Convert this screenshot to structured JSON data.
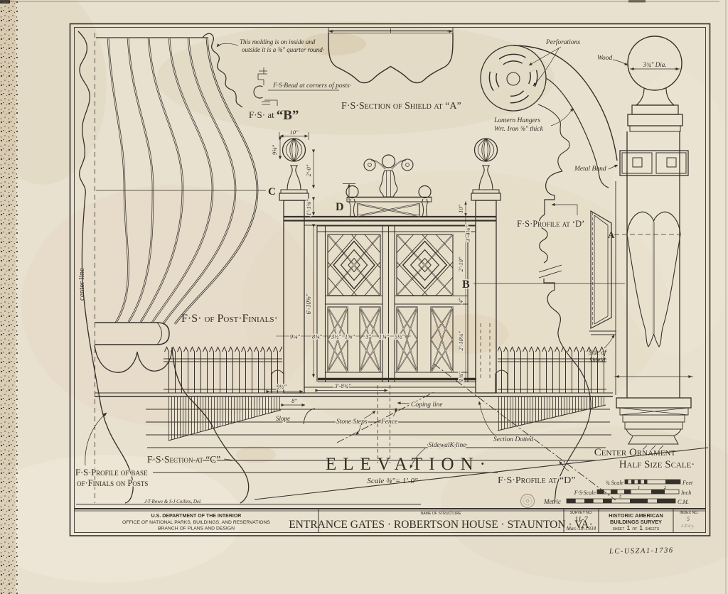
{
  "labels": {
    "molding_note1": "This molding is on inside and",
    "molding_note2": "outside it is a ⅜\" quarter round·",
    "bead_note": "F·S·Bead at corners of posts·",
    "fs_at_b_prefix": "F·S· at",
    "fs_at_b_letter": "“B”",
    "shield_section": "F·S·Section of Shield at “A”",
    "perforations": "Perforations",
    "wood": "Wood",
    "ball_dia": "3¾\" Dia.",
    "lantern1": "Lantern Hangers",
    "lantern2": "Wrt. Iron ⅝\" thick",
    "metal_band": "Metal Band",
    "profile_d_mid": "F·S·Profile at ‘D’",
    "center_line": "center line",
    "post_finials": "F·S· of Post·Finials·",
    "c": "C",
    "d": "D",
    "b": "B",
    "a": "A",
    "side_shield1": "Side of",
    "side_shield2": "Shield",
    "slope": "Slope",
    "stone_steps": "Stone Steps",
    "fence": "Fence",
    "coping": "Coping line",
    "section_dotted": "Section Dotted",
    "sidewalk": "·SidewalK·line·",
    "elevation": "ELEVATION·",
    "elevation_scale": "Scale ¾\"= 1'-0\"",
    "section_c": "F·S·Section at “C”",
    "profile_base1": "F·S·Profile of base",
    "profile_base2": "of·Finials on Posts",
    "signature": "J·T·Rowe & S·J·Collins, Del.",
    "profile_d_bottom": "F·S·Profile at “D”",
    "center_ornament1": "Center Ornament",
    "center_ornament2": "Half Size Scale·"
  },
  "dims": {
    "post_cap": "10\"",
    "ball_h": "9⅝\"",
    "finial_h": "2'-0\"",
    "cresting_l": "1'-1⅛\"",
    "cresting_r": "10\"",
    "top_rail": "3'-4⅛\"",
    "upper_panel": "2'-10\"",
    "mid_rail": "4\"",
    "lower_panel": "2'-10¼\"",
    "bottom_rail": "1¾\"",
    "gate_h": "6'-10⅝\"",
    "chain": [
      "9¼\"",
      "8¾\"",
      "3½\"",
      "1⅝\"",
      "3\"",
      "1¾\"",
      "5½\""
    ],
    "post_w": "9½\"",
    "coping_o": "8\"",
    "leaf_w": "3'-8¾\""
  },
  "scale": {
    "s34": "¾ Scale",
    "feet": "Feet",
    "fs": "F·S·Scale",
    "inch": "Inch",
    "metric": "Metric",
    "cm": "C.M.",
    "n1": "1",
    "n2": "2",
    "n5": "5"
  },
  "titleblock": {
    "dept1": "U.S. DEPARTMENT OF THE INTERIOR",
    "dept2": "OFFICE OF NATIONAL PARKS, BUILDINGS, AND RESERVATIONS",
    "dept3": "BRANCH OF PLANS AND DESIGN",
    "name_of_structure": "NAME OF STRUCTURE",
    "title": "ENTRANCE GATES · ROBERTSON HOUSE · STAUNTON · VA·",
    "survey_label": "SURVEY NO.",
    "survey_no": "11-7",
    "survey_date": "Mar.-18-1934",
    "habs1": "HISTORIC AMERICAN",
    "habs2": "BUILDINGS SURVEY",
    "sheet": "SHEET",
    "sheet_no": "1",
    "of": "OF",
    "sheets_no": "1",
    "sheets": "SHEETS",
    "index_label": "INDEX NO.",
    "index_no": "5",
    "index_note": "2-T-4 y."
  },
  "stamp": "LC-USZA1-1736"
}
